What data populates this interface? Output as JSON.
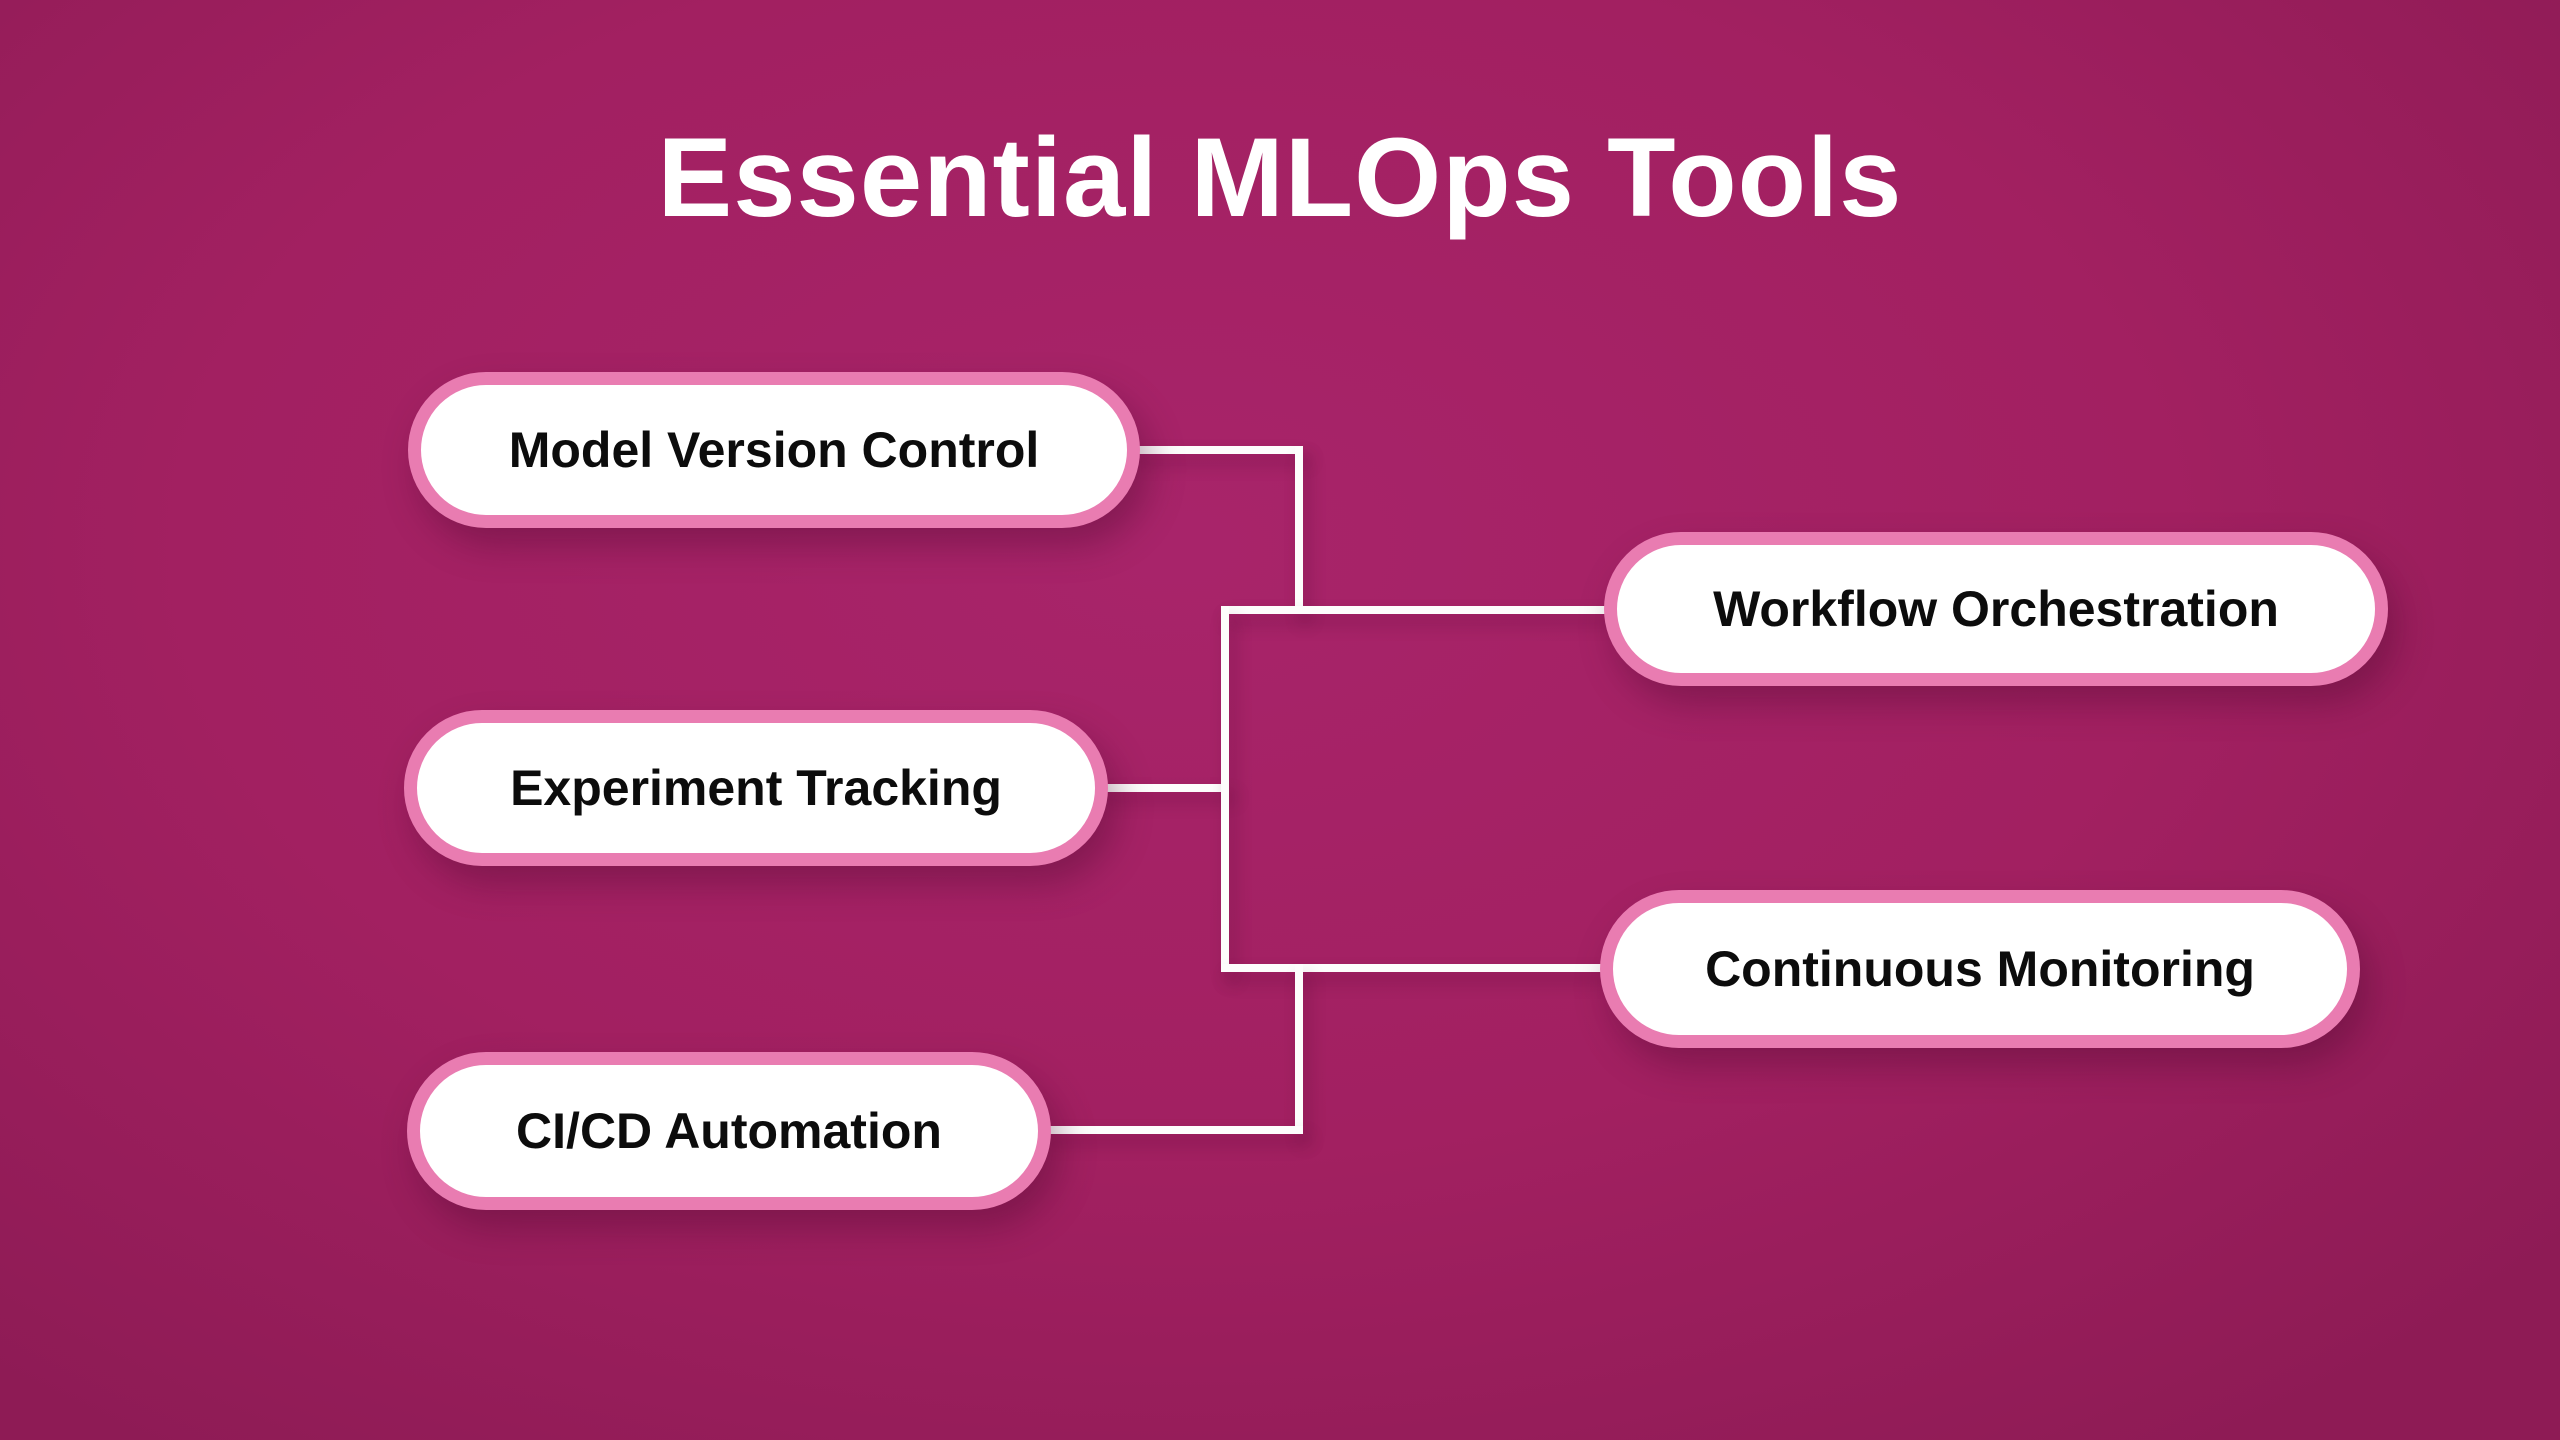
{
  "title": "Essential MLOps Tools",
  "nodes": [
    {
      "id": "model-version-control",
      "label": "Model Version Control",
      "side": "left"
    },
    {
      "id": "experiment-tracking",
      "label": "Experiment Tracking",
      "side": "left"
    },
    {
      "id": "ci-cd-automation",
      "label": "CI/CD Automation",
      "side": "left"
    },
    {
      "id": "workflow-orchestration",
      "label": "Workflow Orchestration",
      "side": "right"
    },
    {
      "id": "continuous-monitoring",
      "label": "Continuous Monitoring",
      "side": "right"
    }
  ],
  "connections": {
    "type": "bracket",
    "left": [
      "model-version-control",
      "experiment-tracking",
      "ci-cd-automation"
    ],
    "right": [
      "workflow-orchestration",
      "continuous-monitoring"
    ]
  },
  "theme": {
    "bg": "#a22061",
    "bg-light": "#a8246a",
    "bg-dark": "#8e1b55",
    "title-text": "#ffffff",
    "connector": "#fdfdfc",
    "node-fill": "#ffffff",
    "node-border": "#e97cb1",
    "node-text": "#0c0c0c"
  }
}
